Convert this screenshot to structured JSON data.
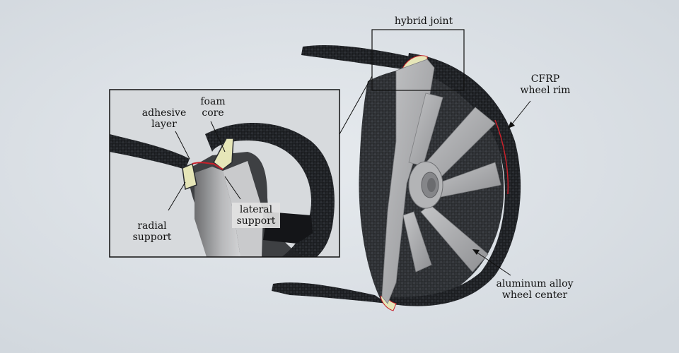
{
  "labels": {
    "hybrid_joint": "hybrid joint",
    "cfrp_wheel_rim": "CFRP\nwheel rim",
    "aluminum_wheel_center": "aluminum alloy\nwheel center",
    "adhesive_layer": "adhesive\nlayer",
    "foam_core": "foam\ncore",
    "radial_support": "radial\nsupport",
    "lateral_support": "lateral\nsupport"
  },
  "colors": {
    "carbon_fiber": "#1b1d20",
    "aluminum": "#a9aaac",
    "foam": "#e6e6b8",
    "adhesive": "#c8202a",
    "background": "#dde2e7"
  }
}
